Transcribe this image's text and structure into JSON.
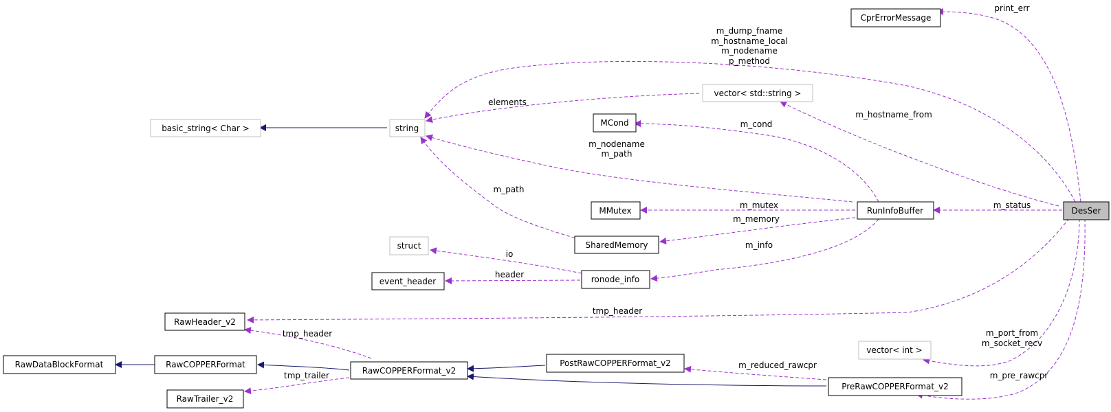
{
  "nodes": {
    "cpr_error_message": "CprErrorMessage",
    "vector_string": "vector< std::string >",
    "string": "string",
    "basic_string": "basic_string< Char >",
    "mcond": "MCond",
    "mmutex": "MMutex",
    "run_info_buffer": "RunInfoBuffer",
    "desser": "DesSer",
    "shared_memory": "SharedMemory",
    "struct": "struct",
    "event_header": "event_header",
    "ronode_info": "ronode_info",
    "raw_header_v2": "RawHeader_v2",
    "raw_data_block_format": "RawDataBlockFormat",
    "raw_copper_format": "RawCOPPERFormat",
    "raw_copper_format_v2": "RawCOPPERFormat_v2",
    "post_raw_copper_format_v2": "PostRawCOPPERFormat_v2",
    "vector_int": "vector< int >",
    "pre_raw_copper_format_v2": "PreRawCOPPERFormat_v2",
    "raw_trailer_v2": "RawTrailer_v2"
  },
  "edge_labels": {
    "print_err": "print_err",
    "string_members_1": "m_dump_fname",
    "string_members_2": "m_hostname_local",
    "string_members_3": "m_nodename",
    "string_members_4": "p_method",
    "elements": "elements",
    "m_hostname_from": "m_hostname_from",
    "m_cond": "m_cond",
    "rib_string_1": "m_nodename",
    "rib_string_2": "m_path",
    "m_path": "m_path",
    "m_status": "m_status",
    "m_mutex": "m_mutex",
    "m_memory": "m_memory",
    "m_info": "m_info",
    "io": "io",
    "header": "header",
    "tmp_header_desser": "tmp_header",
    "tmp_header_v2": "tmp_header",
    "tmp_trailer": "tmp_trailer",
    "m_reduced_rawcpr": "m_reduced_rawcpr",
    "port_socket_1": "m_port_from",
    "port_socket_2": "m_socket_recv",
    "m_pre_rawcpr": "m_pre_rawcpr"
  },
  "colors": {
    "member_edge": "#9a32cd",
    "inheritance_edge": "#191970",
    "focus_fill": "#bfbfbf",
    "undocumented_border": "#bfbfbf"
  }
}
